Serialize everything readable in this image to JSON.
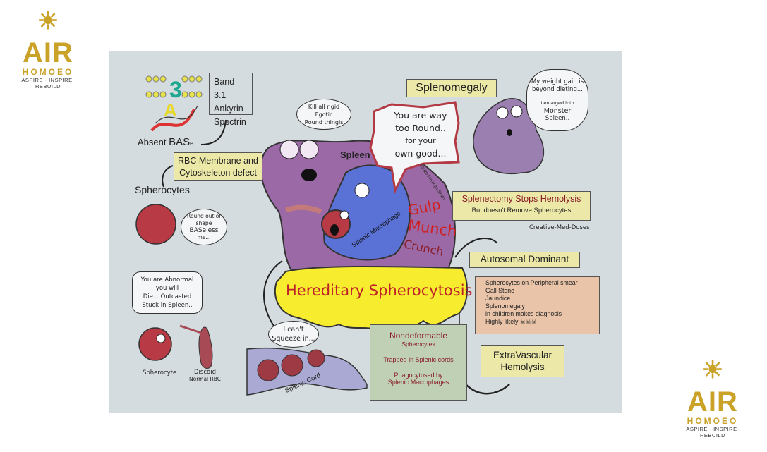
{
  "logo": {
    "brand": "AIR",
    "sub": "HOMOEO",
    "tagline": "ASPIRE - INSPIRE- REBUILD"
  },
  "membrane": {
    "absent": "Absent",
    "base": "BAS",
    "base_e": "e",
    "proteins": [
      "Band 3.1",
      "Ankyrin",
      "Spectrin"
    ]
  },
  "defect_box": [
    "RBC Membrane and",
    "Cytoskeleton defect"
  ],
  "spherocytes_label": "Spherocytes",
  "sad_cell_thought": [
    "Round out of",
    "shape",
    "BASeless",
    "me..."
  ],
  "abnormal_speech": [
    "You are Abnormal",
    "you will",
    "Die... Outcasted",
    "Stuck in Spleen.."
  ],
  "spherocyte_label": "Spherocyte",
  "discoid_label": [
    "Discoid",
    "Normal RBC"
  ],
  "spleen_speech": [
    "Kill all rigid",
    "Egotic",
    "Round thingis"
  ],
  "spleen_label": "Spleen",
  "macrophage_label": "Splenic Macrophage",
  "round_speech": [
    "You are way",
    "too Round..",
    "for your",
    "own good..."
  ],
  "copyright": "©2020 Priyanga Singh",
  "eating_words": [
    "Gulp",
    "Munch",
    "Crunch"
  ],
  "title": "Hereditary Spherocytosis",
  "splenomegaly": "Splenomegaly",
  "big_spleen_thought": [
    "My weight gain is",
    "beyond dieting...",
    "I enlarged into",
    "Monster",
    "Spleen.."
  ],
  "splenectomy": {
    "title": "Splenectomy Stops Hemolysis",
    "sub": "But doesn't Remove Spherocytes"
  },
  "credit": "Creative-Med-Doses",
  "autosomal": "Autosomal Dominant",
  "diagnosis": [
    "Spherocytes on Peripheral smear",
    "Gall Stone",
    "Jaundice",
    "Splenomegaly",
    "in children makes diagnosis",
    "Highly likely"
  ],
  "squeeze_speech": [
    "I can't",
    "Squeeze in..."
  ],
  "splenic_cord": "Splenic Cord",
  "nondeformable": {
    "title": "Nondeformable",
    "sub": "Spherocytes",
    "line2": "Trapped in Splenic cords",
    "line3a": "Phagocytosed by",
    "line3b": "Splenic Macrophages"
  },
  "extravascular": [
    "ExtraVascular",
    "Hemolysis"
  ],
  "colors": {
    "panel": "#d5dcdf",
    "spleen": "#9b6aa6",
    "macrophage": "#5a72d6",
    "rbc": "#b83a45",
    "title_bg": "#f7ec2e",
    "title_text": "#c0202a",
    "gold": "#c9a227",
    "box": "#ece9a8"
  }
}
